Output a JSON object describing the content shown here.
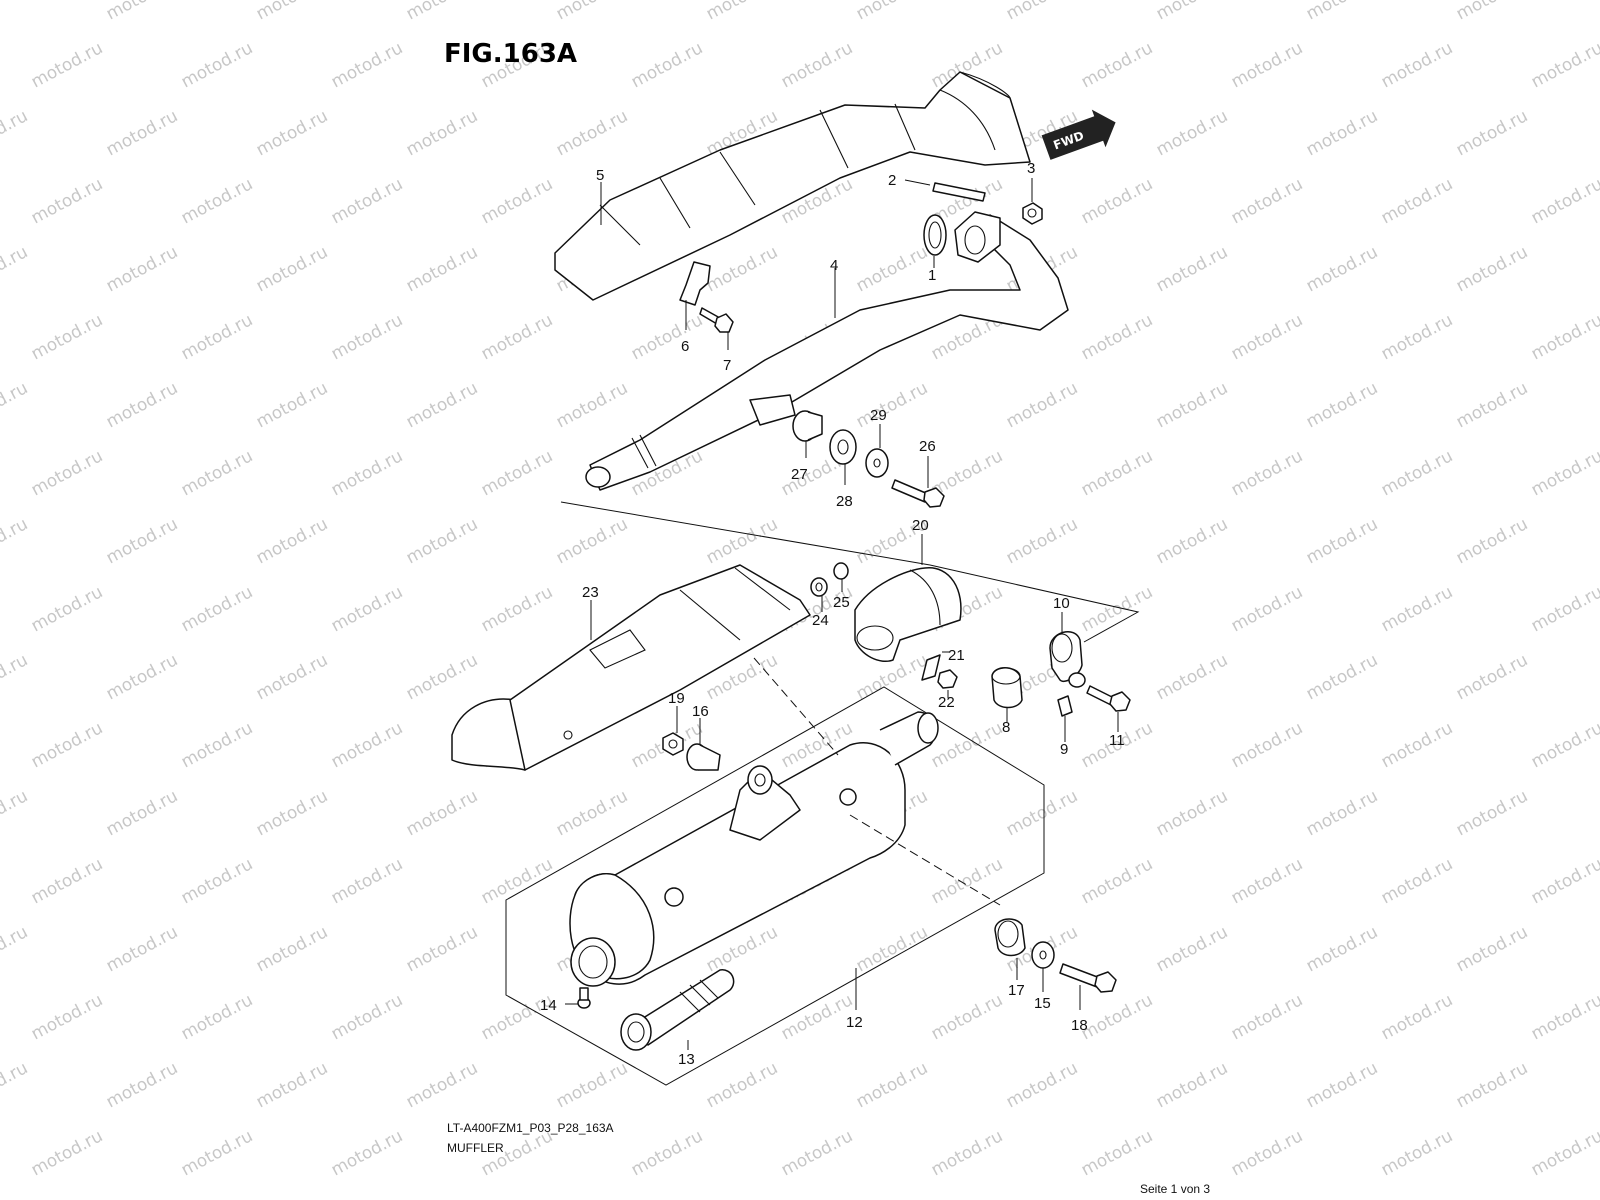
{
  "figure": {
    "title": "FIG.163A",
    "fwd_label": "FWD",
    "model_code": "LT-A400FZM1_P03_P28_163A",
    "section_name": "MUFFLER",
    "page_indicator": "Seite 1 von 3",
    "watermark": "motod.ru"
  },
  "callouts": [
    "1",
    "2",
    "3",
    "4",
    "5",
    "6",
    "7",
    "8",
    "9",
    "10",
    "11",
    "12",
    "13",
    "14",
    "15",
    "16",
    "17",
    "18",
    "19",
    "20",
    "21",
    "22",
    "23",
    "24",
    "25",
    "26",
    "27",
    "28",
    "29"
  ]
}
